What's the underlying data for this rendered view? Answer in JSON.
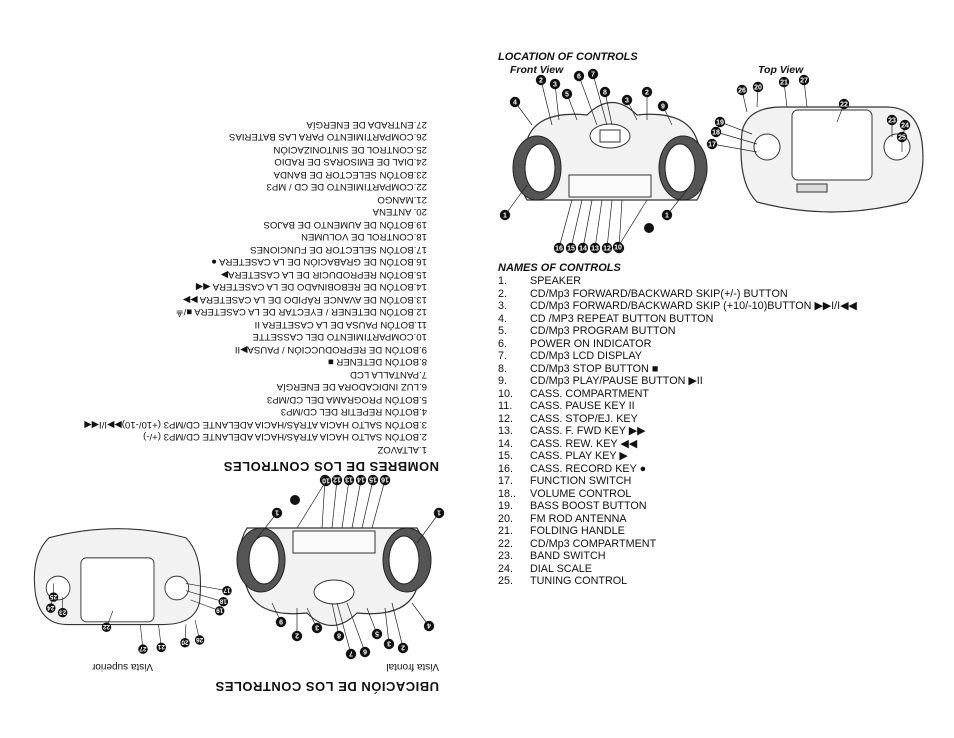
{
  "right_page": {
    "location_title": "LOCATION OF CONTROLS",
    "front_view_label": "Front View",
    "top_view_label": "Top View",
    "names_title": "NAMES OF CONTROLS",
    "front_callouts_top": [
      "4",
      "2",
      "3",
      "5",
      "6",
      "7",
      "8",
      "3",
      "2",
      "9"
    ],
    "front_callouts_bottom": [
      "16",
      "15",
      "14",
      "13",
      "12",
      "11"
    ],
    "front_callouts_side": [
      "1",
      "1",
      "10"
    ],
    "top_callouts": [
      "26",
      "20",
      "21",
      "27",
      "22",
      "19",
      "18",
      "17",
      "23",
      "24",
      "25"
    ],
    "controls": [
      {
        "num": "1.",
        "label": "SPEAKER"
      },
      {
        "num": "2.",
        "label": "CD/Mp3 FORWARD/BACKWARD SKIP(+/-) BUTTON"
      },
      {
        "num": "3.",
        "label": "CD/Mp3 FORWARD/BACKWARD SKIP (+10/-10)BUTTON  ▶▶I/I◀◀"
      },
      {
        "num": "4.",
        "label": "CD /MP3 REPEAT BUTTON BUTTON"
      },
      {
        "num": "5.",
        "label": "CD/Mp3 PROGRAM BUTTON"
      },
      {
        "num": "6.",
        "label": "POWER ON INDICATOR"
      },
      {
        "num": "7.",
        "label": "CD/Mp3 LCD DISPLAY"
      },
      {
        "num": "8.",
        "label": "CD/Mp3 STOP BUTTON ■"
      },
      {
        "num": "9.",
        "label": "CD/Mp3 PLAY/PAUSE BUTTON ▶II"
      },
      {
        "num": "10.",
        "label": "CASS. COMPARTMENT"
      },
      {
        "num": "11.",
        "label": "CASS. PAUSE KEY   II"
      },
      {
        "num": "12.",
        "label": "CASS. STOP/EJ. KEY"
      },
      {
        "num": "13.",
        "label": "CASS. F. FWD KEY ▶▶"
      },
      {
        "num": "14.",
        "label": "CASS. REW. KEY ◀◀"
      },
      {
        "num": "15.",
        "label": "CASS. PLAY KEY    ▶"
      },
      {
        "num": "16.",
        "label": "CASS. RECORD KEY ●"
      },
      {
        "num": "17.",
        "label": "FUNCTION SWITCH"
      },
      {
        "num": "18..",
        "label": "VOLUME CONTROL"
      },
      {
        "num": "19.",
        "label": "BASS BOOST BUTTON"
      },
      {
        "num": "20.",
        "label": "FM ROD ANTENNA"
      },
      {
        "num": "21.",
        "label": "FOLDING HANDLE"
      },
      {
        "num": "22.",
        "label": "CD/Mp3   COMPARTMENT"
      },
      {
        "num": "23.",
        "label": "BAND SWITCH"
      },
      {
        "num": "24.",
        "label": "DIAL SCALE"
      },
      {
        "num": "25.",
        "label": "TUNING CONTROL"
      }
    ]
  },
  "left_page": {
    "names_title": "NOMBRES DE LOS CONTROLES",
    "location_title": "UBICACIÓN DE LOS CONTROLES",
    "front_view_label": "Vista frontal",
    "top_view_label": "Vista superior",
    "controles": [
      "1.ALTAVOZ",
      "2.BOTÓN SALTO HACIA ATRÁS/HACIA ADELANTE CD/MP3 (+/-)",
      "3.BOTÓN SALTO HACIA ATRÁS/HACIA ADELANTE CD/MP3 (+10/-10)▶▶I/I◀◀",
      "4.BOTÓN REPETIR DEL CD/MP3",
      "5.BOTÓN PROGRAMA DEL CD/MP3",
      "6.LUZ INDICADORA DE ENERGÍA",
      "7.PANTALLA LCD",
      "8.BOTÓN DETENER ■",
      "9.BOTÓN DE REPRODUCCIÓN / PAUSA▶II",
      "10.COMPARTIMIENTO DEL CASSETTE",
      "11.BOTÓN PAUSA DE LA CASETERA II",
      "12.BOTÓN DETENER / EYECTAR DE LA CASETERA ■/≜",
      "13.BOTÓN DE AVANCE RÁPIDO DE LA CASETERA ▶▶",
      "14.BOTÓN DE REBOBINADO DE LA CASETERA ◀◀",
      "15.BOTÓN REPRODUCIR DE LA CASETERA▶",
      "16.BOTÓN DE GRABACIÓN DE LA CASETERA ●",
      "17.BOTÓN SELECTOR DE FUNCIONES",
      "18.CONTROL DE VOLUMEN",
      "19.BOTÓN DE AUMENTO DE BAJOS",
      "20. ANTENA",
      "21.MANGO",
      "22.COMPARTIMIENTO DE CD / MP3",
      "23.BOTÓN SELECTOR DE BANDA",
      "24.DIAL DE EMISORAS DE RADIO",
      "25.CONTROL DE SINTONIZACIÓN",
      "26.COMPARTIMIENTO PARA LAS BATERIAS",
      "27.ENTRADA DE ENERGÍA"
    ],
    "front_callouts_top": [
      "4",
      "2",
      "3",
      "5",
      "6",
      "7",
      "8",
      "3",
      "2",
      "9"
    ],
    "front_callouts_bottom": [
      "16",
      "15",
      "14",
      "13",
      "12",
      "11"
    ],
    "front_callouts_side": [
      "1",
      "1",
      "10"
    ],
    "top_callouts": [
      "26",
      "20",
      "21",
      "27",
      "22",
      "19",
      "18",
      "17",
      "23",
      "24",
      "25"
    ]
  }
}
